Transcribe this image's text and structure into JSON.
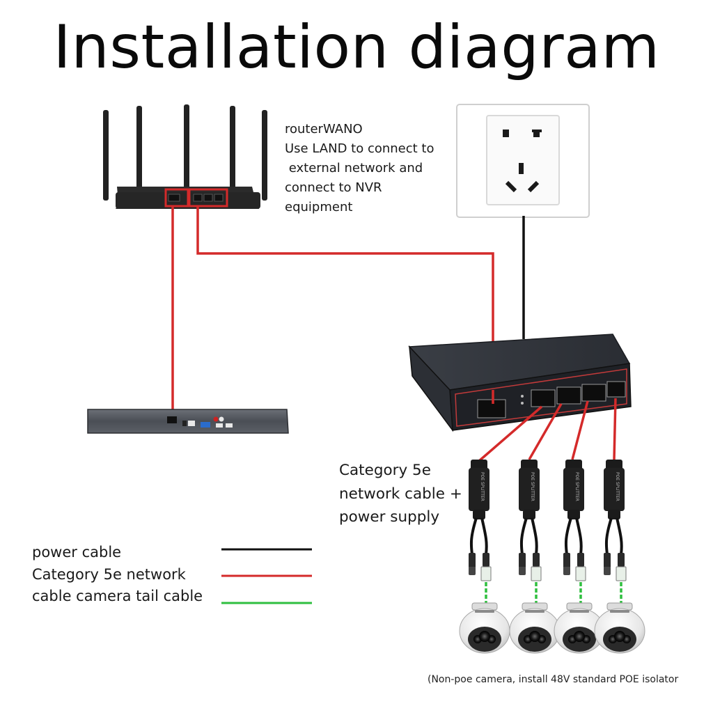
{
  "title": "Installation diagram",
  "router_note": {
    "lines": [
      "routerWANO",
      "Use LAND to connect to",
      " external network and",
      "connect to NVR",
      "equipment"
    ]
  },
  "cable_note": {
    "lines": [
      "Category 5e",
      "network cable +",
      "power supply"
    ]
  },
  "legend": {
    "items": [
      {
        "label": "power cable",
        "color": "#111111"
      },
      {
        "label": "Category 5e network",
        "color": "#d42a2a"
      },
      {
        "label": "cable camera tail cable",
        "color": "#2fbf3f"
      }
    ]
  },
  "splitter_label": "POE SPLITTER",
  "footnote": "(Non-poe camera, install 48V standard POE isolator",
  "colors": {
    "network": "#d42a2a",
    "power": "#111111",
    "tail": "#2fbf3f",
    "device_dark": "#1f1f1f"
  }
}
